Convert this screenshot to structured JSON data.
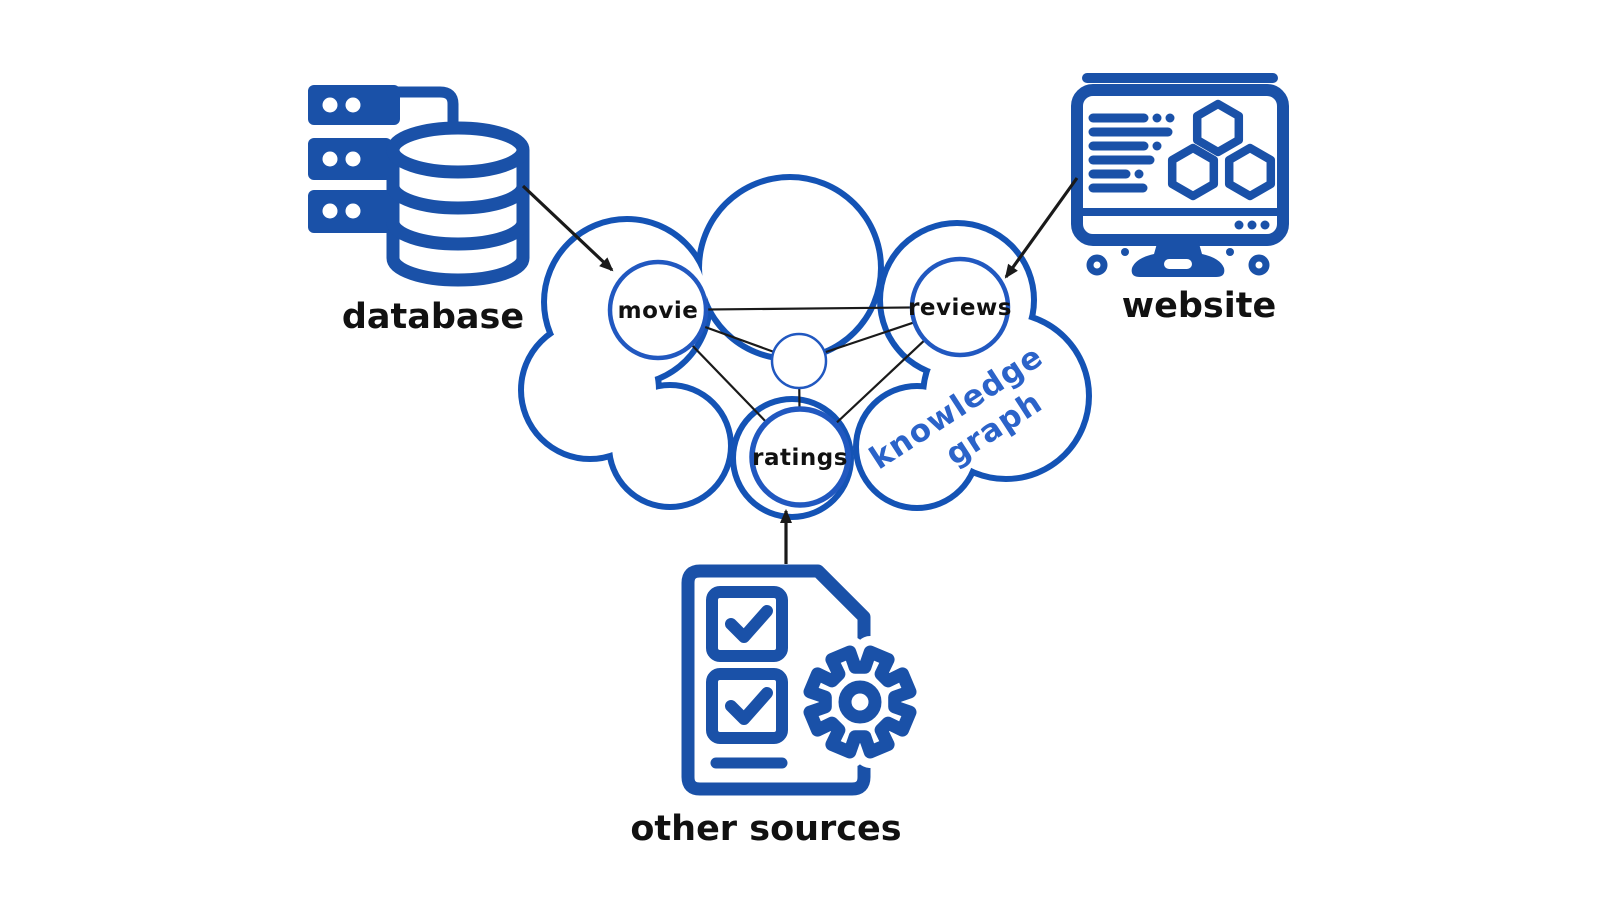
{
  "sources": {
    "database": {
      "label": "database"
    },
    "website": {
      "label": "website"
    },
    "other": {
      "label": "other sources"
    }
  },
  "cloud": {
    "label_line1": "knowledge",
    "label_line2": "graph"
  },
  "nodes": {
    "movie": {
      "label": "movie"
    },
    "reviews": {
      "label": "reviews"
    },
    "ratings": {
      "label": "ratings"
    },
    "hub": {
      "label": ""
    }
  },
  "icons": {
    "database-icon": "server-stack-with-cylinder",
    "website-icon": "monitor-with-hexagons",
    "other-sources-icon": "document-checklist-with-gear"
  },
  "colors": {
    "icon-blue": "#1a51a8",
    "cloud-blue": "#1453b5",
    "node-blue": "#2158c0",
    "kg-text-blue": "#2b63c9",
    "label-black": "#111111",
    "arrow-black": "#1a1a1a",
    "bg": "#ffffff"
  }
}
